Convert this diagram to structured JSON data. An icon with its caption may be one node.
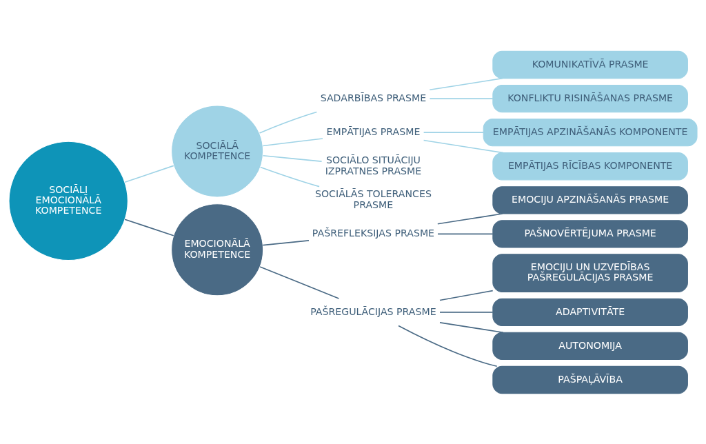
{
  "diagram": {
    "nodes": [
      {
        "text": [
          "SOCIĀLI EMOCIONĀLĀ KOMPETENCE"
        ]
      },
      {
        "text": [
          "SOCIĀLĀ KOMPETENCE"
        ]
      },
      {
        "text": [
          "EMOCIONĀLĀ KOMPETENCE"
        ]
      },
      {
        "text": [
          "SADARBĪBAS PRASME"
        ]
      },
      {
        "text": [
          "EMPĀTIJAS PRASME"
        ]
      },
      {
        "text": [
          "SOCIĀLO SITUĀCIJU IZPRATNES PRASME"
        ]
      },
      {
        "text": [
          "SOCIĀLĀS TOLERANCES PRASME"
        ]
      },
      {
        "text": [
          "KOMUNIKATĪVĀ PRASME"
        ]
      },
      {
        "text": [
          "KONFLIKTU RISINĀŠANAS PRASME"
        ]
      },
      {
        "text": [
          "EMPĀTIJAS APZINĀŠANĀS KOMPONENTE"
        ]
      },
      {
        "text": [
          "EMPĀTIJAS RĪCĪBAS KOMPONENTE"
        ]
      },
      {
        "text": [
          "PAŠREFLEKSIJAS PRASME"
        ]
      },
      {
        "text": [
          "PAŠREGULĀCIJAS PRASME"
        ]
      },
      {
        "text": [
          "EMOCIJU APZINĀŠANĀS PRASME"
        ]
      },
      {
        "text": [
          "PAŠNOVĒRTĒJUMA PRASME"
        ]
      },
      {
        "text": [
          "EMOCIJU UN UZVEDĪBAS PAŠREGULĀCIJAS PRASME"
        ]
      },
      {
        "text": [
          "ADAPTIVITĀTE"
        ]
      },
      {
        "text": [
          "AUTONOMIJA"
        ]
      },
      {
        "text": [
          "PAŠPAĻĀVĪBA"
        ]
      }
    ],
    "edges": [
      {
        "from": 0,
        "to": 1,
        "arrow": "none",
        "color": "#9fd3e6"
      },
      {
        "from": 0,
        "to": 2,
        "arrow": "none",
        "color": "#4a6a85"
      },
      {
        "from": 1,
        "to": 3,
        "arrow": "none",
        "color": "#9fd3e6"
      },
      {
        "from": 1,
        "to": 4,
        "arrow": "none",
        "color": "#9fd3e6"
      },
      {
        "from": 1,
        "to": 5,
        "arrow": "none",
        "color": "#9fd3e6"
      },
      {
        "from": 1,
        "to": 6,
        "arrow": "none",
        "color": "#9fd3e6"
      },
      {
        "from": 3,
        "to": 7,
        "arrow": "none",
        "color": "#9fd3e6"
      },
      {
        "from": 3,
        "to": 8,
        "arrow": "none",
        "color": "#9fd3e6"
      },
      {
        "from": 4,
        "to": 9,
        "arrow": "none",
        "color": "#9fd3e6"
      },
      {
        "from": 4,
        "to": 10,
        "arrow": "none",
        "color": "#9fd3e6"
      },
      {
        "from": 2,
        "to": 11,
        "arrow": "none",
        "color": "#4a6a85"
      },
      {
        "from": 2,
        "to": 12,
        "arrow": "none",
        "color": "#4a6a85"
      },
      {
        "from": 11,
        "to": 13,
        "arrow": "none",
        "color": "#4a6a85"
      },
      {
        "from": 11,
        "to": 14,
        "arrow": "none",
        "color": "#4a6a85"
      },
      {
        "from": 12,
        "to": 15,
        "arrow": "none",
        "color": "#4a6a85"
      },
      {
        "from": 12,
        "to": 16,
        "arrow": "none",
        "color": "#4a6a85"
      },
      {
        "from": 12,
        "to": 17,
        "arrow": "none",
        "color": "#4a6a85"
      },
      {
        "from": 12,
        "to": 18,
        "arrow": "none",
        "color": "#4a6a85"
      }
    ]
  }
}
